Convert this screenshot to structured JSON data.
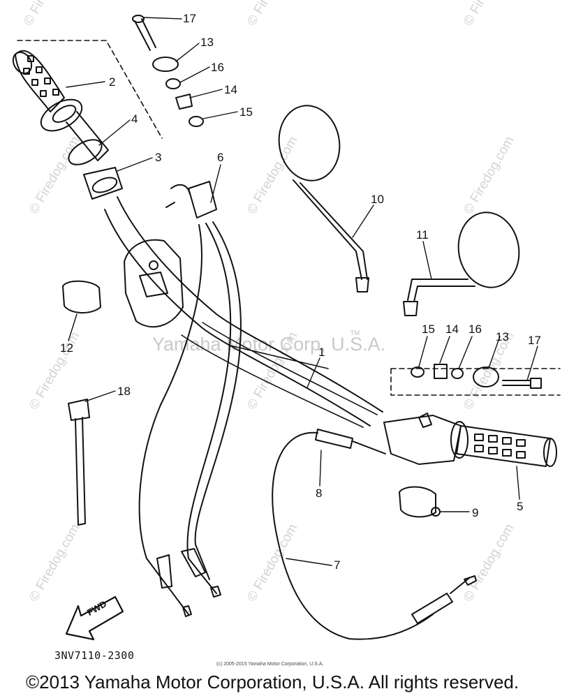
{
  "diagram": {
    "code": "3NV7110-2300",
    "fwd_label": "FWD",
    "center_watermark": "Yamaha Motor Corp, U.S.A.",
    "tm_mark": "TM",
    "small_copyright": "(c) 2005-2015 Yamaha Motor Corporation, U.S.A.",
    "copyright": "©2013 Yamaha Motor Corporation, U.S.A. All rights reserved.",
    "watermark_text": "© Firedog.com"
  },
  "callouts": {
    "n1": "1",
    "n2": "2",
    "n3": "3",
    "n4": "4",
    "n5": "5",
    "n6": "6",
    "n7": "7",
    "n8": "8",
    "n9": "9",
    "n10": "10",
    "n11": "11",
    "n12": "12",
    "n13a": "13",
    "n13b": "13",
    "n14a": "14",
    "n14b": "14",
    "n15a": "15",
    "n15b": "15",
    "n16a": "16",
    "n16b": "16",
    "n17a": "17",
    "n17b": "17",
    "n18": "18"
  },
  "colors": {
    "line": "#111111",
    "watermark": "#d3d3d3"
  }
}
